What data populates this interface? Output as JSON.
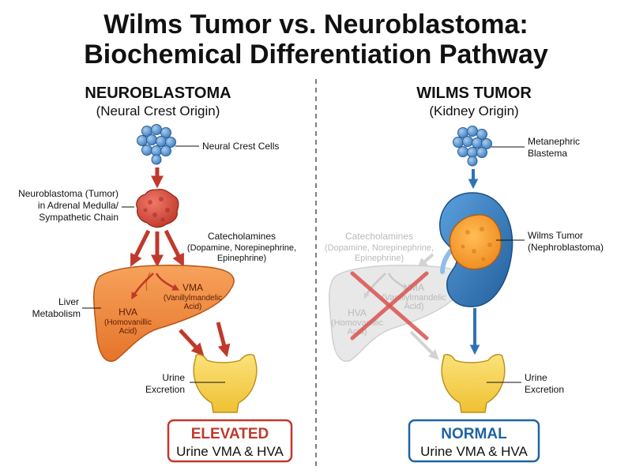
{
  "title": {
    "line1": "Wilms Tumor vs. Neuroblastoma:",
    "line2": "Biochemical Differentiation Pathway"
  },
  "neuroblastoma": {
    "heading": "NEUROBLASTOMA",
    "subheading": "(Neural Crest Origin)",
    "origin_label": "Neural Crest Cells",
    "tumor_label": [
      "Neuroblastoma (Tumor)",
      "in Adrenal Medulla/",
      "Sympathetic Chain"
    ],
    "catecholamines_label": [
      "Catecholamines",
      "(Dopamine, Norepinephrine,",
      "Epinephrine)"
    ],
    "liver_label": [
      "Liver",
      "Metabolism"
    ],
    "hva_label": [
      "HVA",
      "(Homovanillic",
      "Acid)"
    ],
    "vma_label": [
      "VMA",
      "(Vanillylmandelic",
      "Acid)"
    ],
    "urine_label": [
      "Urine",
      "Excretion"
    ],
    "result": {
      "status": "ELEVATED",
      "detail": "Urine VMA & HVA"
    }
  },
  "wilms": {
    "heading": "WILMS TUMOR",
    "subheading": "(Kidney Origin)",
    "origin_label": [
      "Metanephric",
      "Blastema"
    ],
    "tumor_label": [
      "Wilms Tumor",
      "(Nephroblastoma)"
    ],
    "catecholamines_label": [
      "Catecholamines",
      "(Dopamine, Norepinephrine,",
      "Epinephrine)"
    ],
    "hva_label": [
      "HVA",
      "(Homovanillic",
      "Acid)"
    ],
    "vma_label": [
      "VMA",
      "(Vanillylmandelic",
      "Acid)"
    ],
    "urine_label": [
      "Urine",
      "Excretion"
    ],
    "result": {
      "status": "NORMAL",
      "detail": "Urine VMA & HVA"
    }
  },
  "colors": {
    "neuro_accent": "#c0392b",
    "wilms_accent": "#1f63a3",
    "liver": "#f08a3c",
    "bladder": "#f6cf4a",
    "cells": "#5b9bd5",
    "ghost": "#c8c8c8"
  }
}
